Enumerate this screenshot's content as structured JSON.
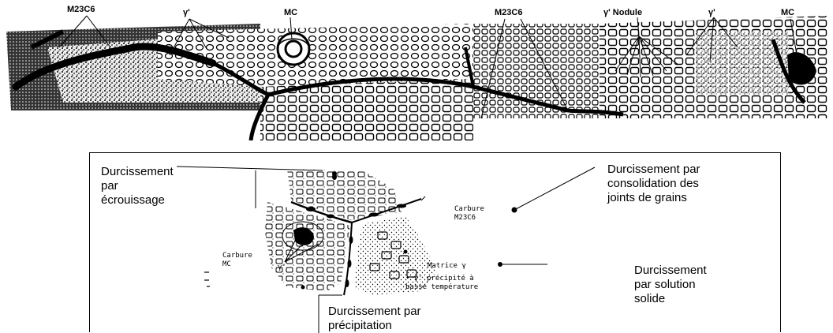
{
  "top_micrograph": {
    "labels": {
      "m23c6_left": "M23C6",
      "gamma_prime_left": "γ'",
      "mc_left": "MC",
      "m23c6_right": "M23C6",
      "gamma_prime_nodule": "γ' Nodule",
      "gamma_prime_right": "γ'",
      "mc_right": "MC"
    }
  },
  "schematic": {
    "callouts": {
      "work_hardening": "Durcissement\npar\nécrouissage",
      "grain_boundary": "Durcissement par\nconsolidation des\njoints de grains",
      "solid_solution": "Durcissement\npar solution\nsolide",
      "precipitation": "Durcissement par\nprécipitation"
    },
    "small_labels": {
      "carbide_m23c6": "Carbure\nM23C6",
      "carbide_mc": "Carbure\nMC",
      "gamma_prime": "γ'",
      "matrix": "Matrice γ",
      "precipitate": "• γ' précipité à\nbasse température"
    }
  }
}
